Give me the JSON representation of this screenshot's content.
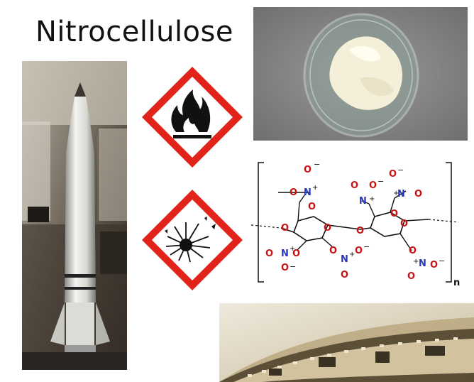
{
  "title": "Nitrocellulose",
  "pictograms": {
    "flammable": "flame-pictogram",
    "explosive": "exploding-bomb-pictogram"
  },
  "structure": {
    "oxygen": "O",
    "nitrogen": "N",
    "plus": "+",
    "minus": "−",
    "repeat_subscript": "n"
  },
  "colors": {
    "hazard_red": "#e2231a",
    "oxygen_red": "#cc1111",
    "nitrogen_blue": "#2a36b8"
  }
}
